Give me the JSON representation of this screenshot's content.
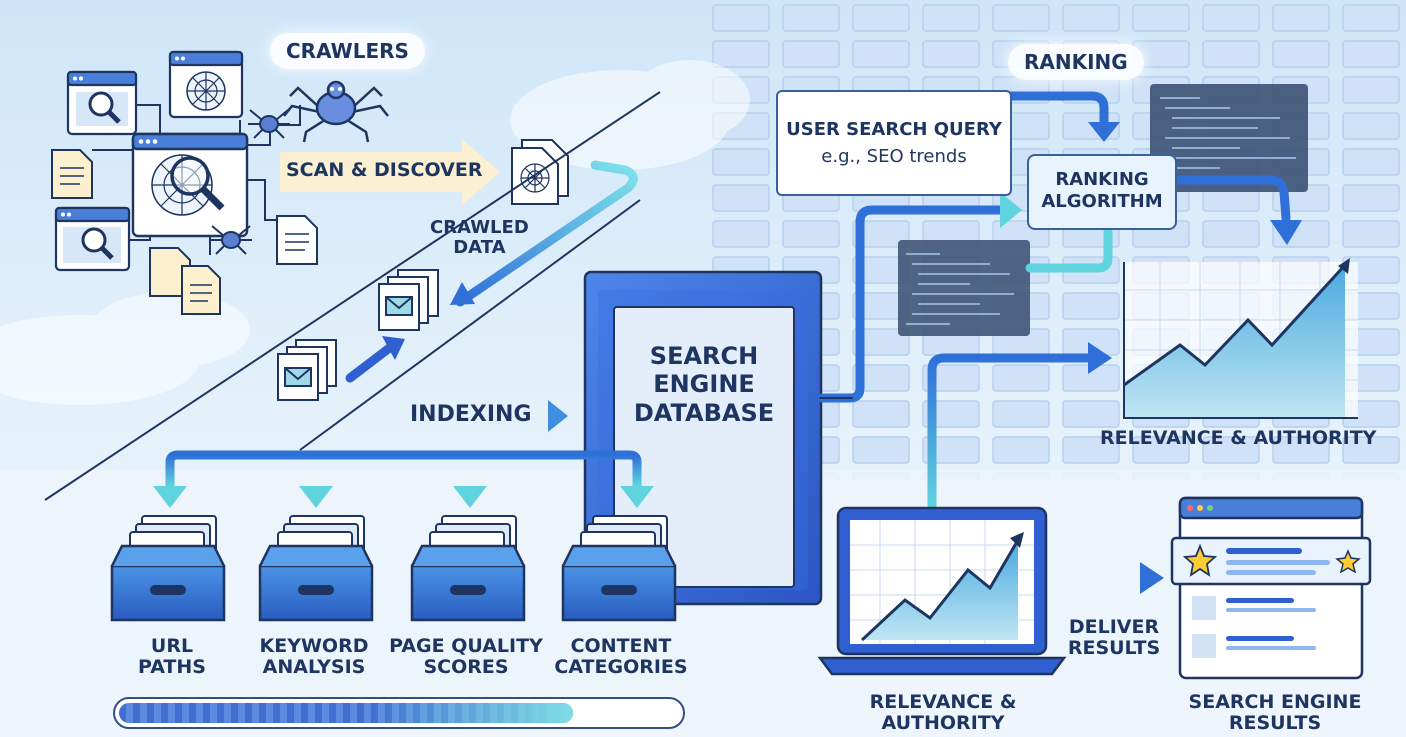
{
  "labels": {
    "crawlers": "CRAWLERS",
    "scan_discover": "SCAN & DISCOVER",
    "crawled_data": "CRAWLED\nDATA",
    "indexing": "INDEXING",
    "database": "SEARCH\nENGINE\nDATABASE",
    "ranking": "RANKING",
    "ranking_algorithm": "RANKING\nALGORITHM",
    "relevance_authority_top": "RELEVANCE & AUTHORITY",
    "relevance_authority_bottom": "RELEVANCE &\nAUTHORITY",
    "deliver_results": "DELIVER\nRESULTS",
    "search_results": "SEARCH ENGINE\nRESULTS"
  },
  "query": {
    "title": "USER SEARCH QUERY",
    "example": "e.g., SEO trends"
  },
  "index_bins": [
    {
      "label": "URL\nPATHS"
    },
    {
      "label": "KEYWORD\nANALYSIS"
    },
    {
      "label": "PAGE QUALITY\nSCORES"
    },
    {
      "label": "CONTENT\nCATEGORIES"
    }
  ],
  "indexing_progress": 0.81,
  "colors": {
    "navy": "#1d3560",
    "blue": "#2f5fd0",
    "teal": "#5fd3de",
    "cream": "#fdf0cf",
    "panel_dark": "#3f5577"
  },
  "icons": [
    "browser-window-icon",
    "magnifier-icon",
    "spider-icon",
    "web-icon",
    "document-icon",
    "envelope-icon",
    "folder-icon",
    "star-icon",
    "laptop-icon",
    "line-chart-icon"
  ]
}
